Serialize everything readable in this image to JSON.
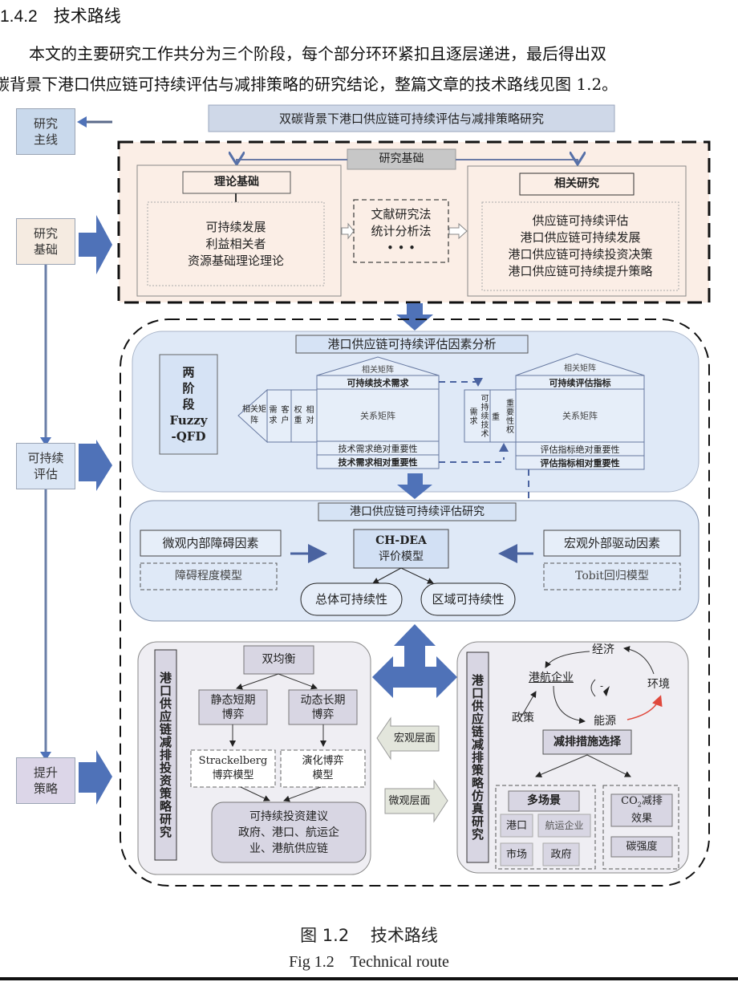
{
  "heading": {
    "number": "1.4.2",
    "title": "技术路线"
  },
  "paragraph": {
    "line1": "本文的主要研究工作共分为三个阶段，每个部分环环紧扣且逐层递进，最后得出双",
    "line2": "碳背景下港口供应链可持续评估与减排策略的研究结论，整篇文章的技术路线见图 1.2。"
  },
  "diagram": {
    "title": "双碳背景下港口供应链可持续评估与减排策略研究",
    "sidebar": [
      {
        "line1": "研究",
        "line2": "主线",
        "color": "#c9d9ec"
      },
      {
        "line1": "研究",
        "line2": "基础",
        "color": "#f5ebe1"
      },
      {
        "line1": "可持续",
        "line2": "评估",
        "color": "#dbe6f5"
      },
      {
        "line1": "提升",
        "line2": "策略",
        "color": "#dcd6e8"
      }
    ],
    "foundation": {
      "header": "研究基础",
      "theory": {
        "title": "理论基础",
        "items": [
          "可持续发展",
          "利益相关者",
          "资源基础理论理论"
        ]
      },
      "methods": {
        "items": [
          "文献研究法",
          "统计分析法",
          "• • •"
        ]
      },
      "related": {
        "title": "相关研究",
        "items": [
          "供应链可持续评估",
          "港口供应链可持续发展",
          "港口供应链可持续投资决策",
          "港口供应链可持续提升策略"
        ]
      }
    },
    "factor_analysis": {
      "header": "港口供应链可持续评估因素分析",
      "method_box": [
        "两",
        "阶",
        "段",
        "Fuzzy",
        "-QFD"
      ],
      "house1": {
        "roof": "相关矩阵",
        "top": "可持续技术需求",
        "body": "关系矩阵",
        "row1": "技术需求绝对重要性",
        "row2": "技术需求相对重要性",
        "left_cols": [
          "相关矩阵",
          "需求",
          "客户",
          "权重",
          "相对"
        ]
      },
      "house2": {
        "roof": "相关矩阵",
        "top": "可持续评估指标",
        "body": "关系矩阵",
        "row1": "评估指标绝对重要性",
        "row2": "评估指标相对重要性",
        "left_cols": [
          "可持续技术需求",
          "重",
          "重要性权"
        ]
      }
    },
    "evaluation": {
      "header": "港口供应链可持续评估研究",
      "micro": {
        "title": "微观内部障碍因素",
        "model": "障碍程度模型"
      },
      "core": {
        "line1": "CH-DEA",
        "line2": "评价模型"
      },
      "macro": {
        "title": "宏观外部驱动因素",
        "model": "Tobit回归模型"
      },
      "outcomes": [
        "总体可持续性",
        "区域可持续性"
      ]
    },
    "investment": {
      "label": "港口供应链减排投资策略研究",
      "top": "双均衡",
      "left_game": [
        "静态短期",
        "博弈"
      ],
      "right_game": [
        "动态长期",
        "博弈"
      ],
      "left_model": [
        "Strackelberg",
        "博弈模型"
      ],
      "right_model": [
        "演化博弈",
        "模型"
      ],
      "result": [
        "可持续投资建议",
        "政府、港口、航运企",
        "业、港航供应链"
      ]
    },
    "middle": {
      "macro_level": "宏观层面",
      "micro_level": "微观层面"
    },
    "simulation": {
      "label": "港口供应链减排策略仿真研究",
      "loop": {
        "economy": "经济",
        "enterprise": "港航企业",
        "environment": "环境",
        "policy": "政策",
        "energy": "能源",
        "sign": "-"
      },
      "selection": "减排措施选择",
      "scenarios": {
        "title": "多场景",
        "items": [
          "港口",
          "航运企业",
          "市场",
          "政府"
        ]
      },
      "effects": {
        "co2": "CO₂减排效果",
        "co2_line1": "CO",
        "co2_sub": "2",
        "co2_rest": "减排",
        "co2_line2": "效果",
        "carbon": "碳强度"
      }
    }
  },
  "caption": {
    "cn": "图 1.2    技术路线",
    "en": "Fig 1.2    Technical route"
  },
  "colors": {
    "foundation_bg": "#fbeee6",
    "factor_bg": "#dfe9f7",
    "header_gray": "#c7c7c7",
    "arrow_blue": "#4f72b8",
    "panel_gray": "#efeef3",
    "box_lilac": "#d8d6e3",
    "red_arrow": "#e0483c"
  }
}
